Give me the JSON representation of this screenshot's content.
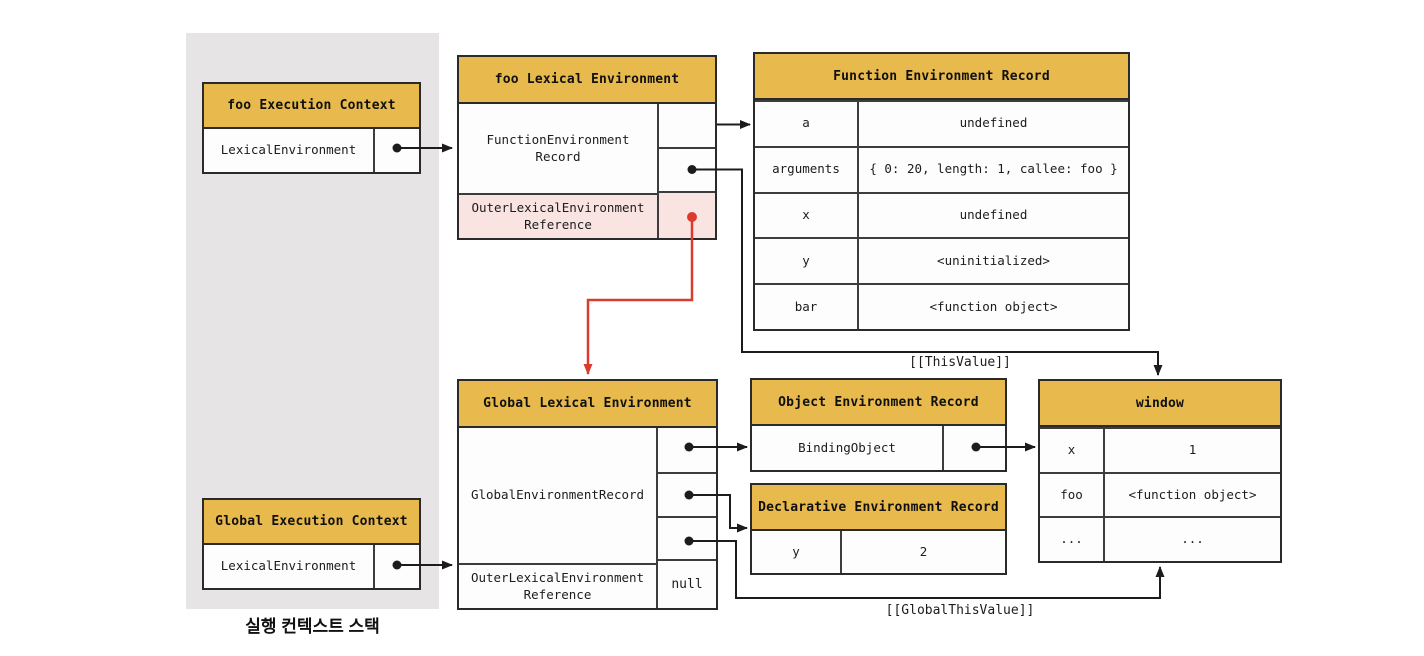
{
  "colors": {
    "accent_yellow": "#E8B94C",
    "pink_highlight": "#F9E4E2",
    "stack_panel_gray": "#E6E4E4",
    "arrow_red": "#DC3A2D",
    "line_black": "#1c1c1c"
  },
  "stack_panel": {
    "caption": "실행 컨텍스트 스택"
  },
  "foo_execution_context": {
    "title": "foo Execution Context",
    "row_label": "LexicalEnvironment"
  },
  "global_execution_context": {
    "title": "Global Execution Context",
    "row_label": "LexicalEnvironment"
  },
  "foo_lexical_environment": {
    "title": "foo Lexical Environment",
    "record_line1": "FunctionEnvironment",
    "record_line2": "Record",
    "outer_line1": "OuterLexicalEnvironment",
    "outer_line2": "Reference"
  },
  "global_lexical_environment": {
    "title": "Global Lexical Environment",
    "record_label": "GlobalEnvironmentRecord",
    "outer_line1": "OuterLexicalEnvironment",
    "outer_line2": "Reference",
    "outer_value": "null"
  },
  "function_environment_record": {
    "title": "Function Environment Record",
    "rows": [
      {
        "key": "a",
        "value": "undefined"
      },
      {
        "key": "arguments",
        "value": "{ 0: 20, length: 1, callee: foo }"
      },
      {
        "key": "x",
        "value": "undefined"
      },
      {
        "key": "y",
        "value": "<uninitialized>"
      },
      {
        "key": "bar",
        "value": "<function object>"
      }
    ]
  },
  "object_environment_record": {
    "title": "Object Environment Record",
    "binding_label": "BindingObject"
  },
  "declarative_environment_record": {
    "title": "Declarative Environment Record",
    "rows": [
      {
        "key": "y",
        "value": "2"
      }
    ]
  },
  "window_object": {
    "title": "window",
    "rows": [
      {
        "key": "x",
        "value": "1"
      },
      {
        "key": "foo",
        "value": "<function object>"
      },
      {
        "key": "...",
        "value": "..."
      }
    ]
  },
  "edge_labels": {
    "this_value": "[[ThisValue]]",
    "global_this_value": "[[GlobalThisValue]]"
  }
}
